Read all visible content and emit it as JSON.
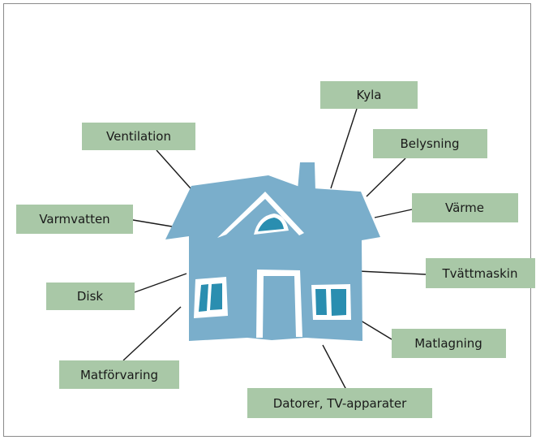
{
  "colors": {
    "house_body": "#7aaecb",
    "house_outline": "#5e93b3",
    "window_glass": "#2a8eb0",
    "window_frame": "#ffffff",
    "label_background": "#a9c8a7",
    "connector_line": "#1a1a1a",
    "frame_border": "#8a8a8a"
  },
  "labels": {
    "kyla": "Kyla",
    "belysning": "Belysning",
    "varme": "Värme",
    "tvattmaskin": "Tvättmaskin",
    "matlagning": "Matlagning",
    "datorer": "Datorer, TV-apparater",
    "matforvaring": "Matförvaring",
    "disk": "Disk",
    "varmvatten": "Varmvatten",
    "ventilation": "Ventilation"
  }
}
